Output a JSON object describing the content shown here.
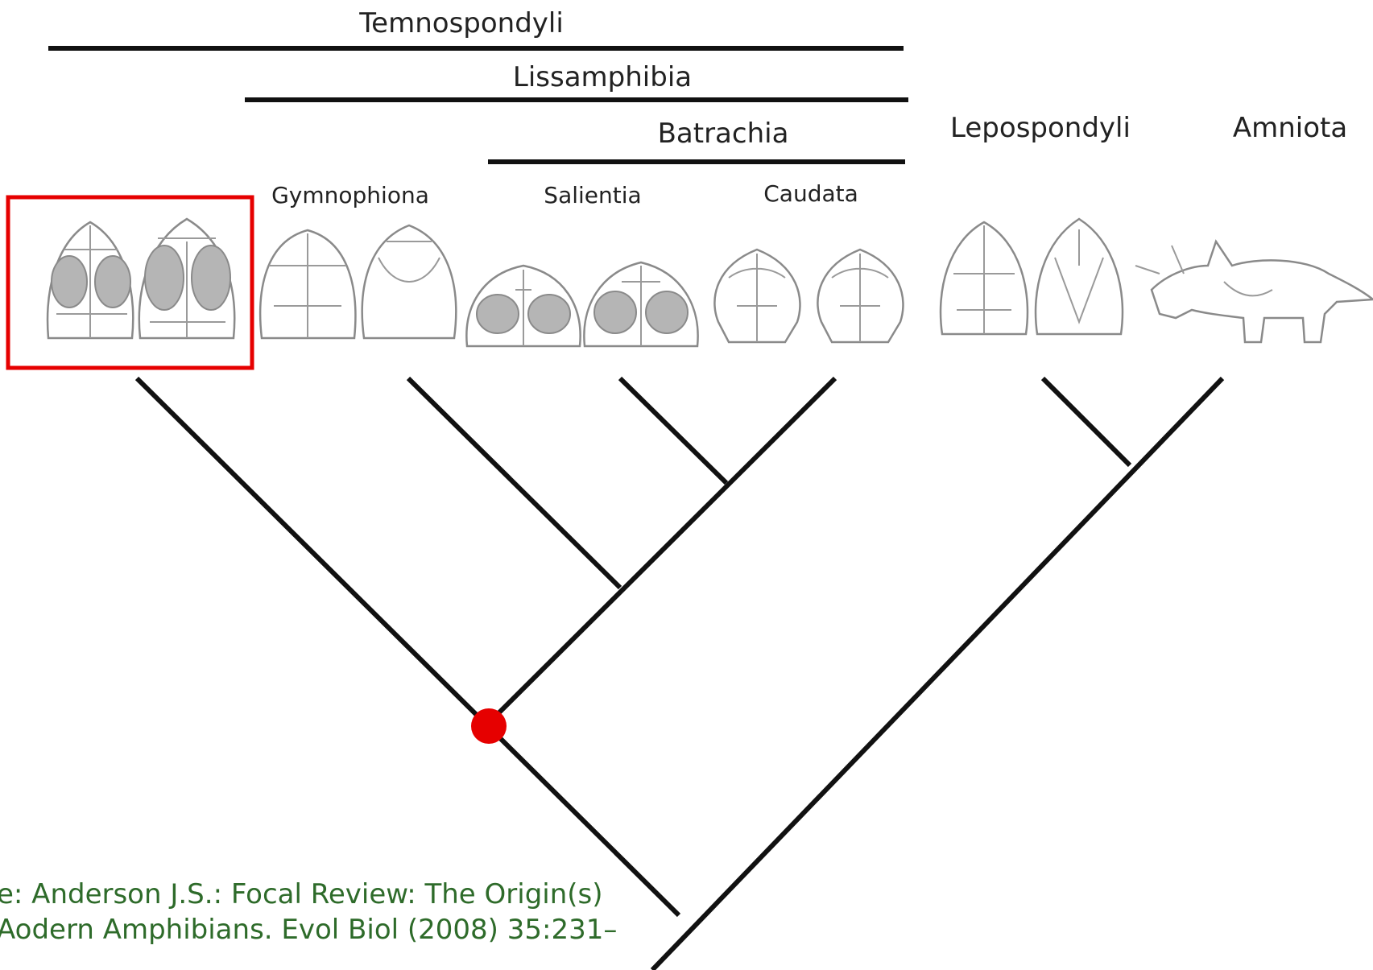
{
  "clades": {
    "temnospondyli": "Temnospondyli",
    "lissamphibia": "Lissamphibia",
    "batrachia": "Batrachia",
    "lepospondyli": "Lepospondyli",
    "amniota": "Amniota"
  },
  "taxa": {
    "gymnophiona": "Gymnophiona",
    "salientia": "Salientia",
    "caudata": "Caudata"
  },
  "citation": {
    "line1": "e: Anderson J.S.: Focal Review: The Origin(s)",
    "line2": "Aodern Amphibians. Evol Biol (2008) 35:231–"
  },
  "highlight": {
    "color": "#e60000",
    "marker": "temnospondyli-skulls"
  },
  "node_marker_color": "#e60000",
  "citation_color": "#2e6b2a"
}
